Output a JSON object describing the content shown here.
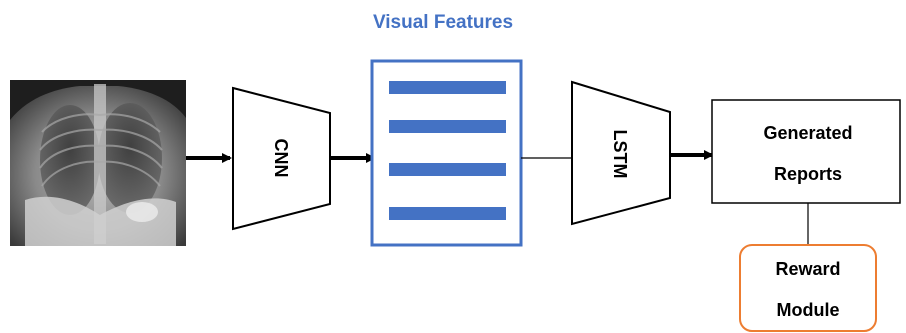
{
  "diagram": {
    "visual_features_label": "Visual Features",
    "cnn_label": "CNN",
    "lstm_label": "LSTM",
    "generated_reports": {
      "line1": "Generated",
      "line2": "Reports"
    },
    "reward_module": {
      "line1": "Reward",
      "line2": "Module"
    },
    "feature_bar_count": 4
  },
  "colors": {
    "accent_blue": "#4472C4",
    "reward_orange": "#ED7D31",
    "line": "#000000"
  }
}
